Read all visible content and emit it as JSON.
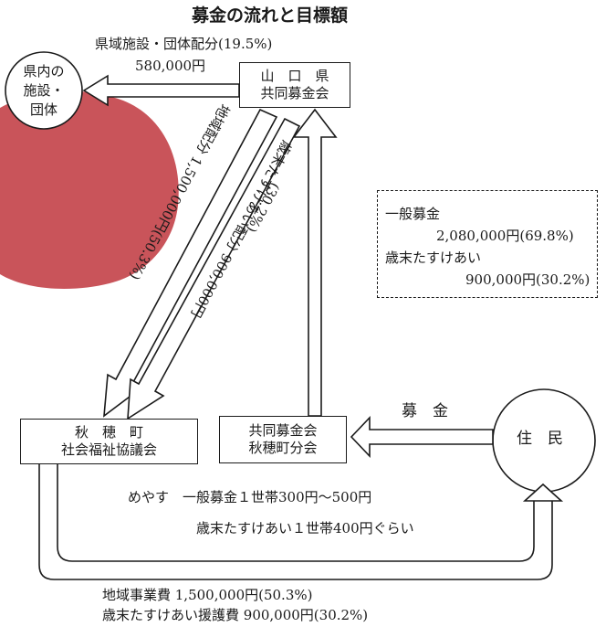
{
  "title": "募金の流れと目標額",
  "nodes": {
    "pref_facilities": [
      "県内の",
      "施設・",
      "団体"
    ],
    "yamaguchi": [
      "山　口　県",
      "共同募金会"
    ],
    "akiho_council": [
      "秋　穂　町",
      "社会福祉協議会"
    ],
    "akiho_branch": [
      "共同募金会",
      "秋穂町分会"
    ],
    "residents": "住　民"
  },
  "flows": {
    "pref_allocation_label": "県域施設・団体配分(19.5%)",
    "pref_allocation_amount": "580,000円",
    "regional_allocation": "地域配分 1,500,000円(50.3%)",
    "yearend_allocation": "歳末たすけあい配分 900,000円",
    "yearend_allocation_pct": "(30.2%)",
    "donation": "募　金"
  },
  "targets": {
    "general_label": "一般募金",
    "general_amount": "2,080,000円(69.8%)",
    "yearend_label": "歳末たすけあい",
    "yearend_amount": "900,000円(30.2%)"
  },
  "guideline": {
    "line1": "めやす　一般募金１世帯300円～500円",
    "line2": "歳末たすけあい１世帯400円ぐらい"
  },
  "expenses": {
    "line1": "地域事業費 1,500,000円(50.3%)",
    "line2": "歳末たすけあい援護費 900,000円(30.2%)"
  },
  "colors": {
    "stroke": "#1a1a1a",
    "blob": "#c9545a"
  }
}
